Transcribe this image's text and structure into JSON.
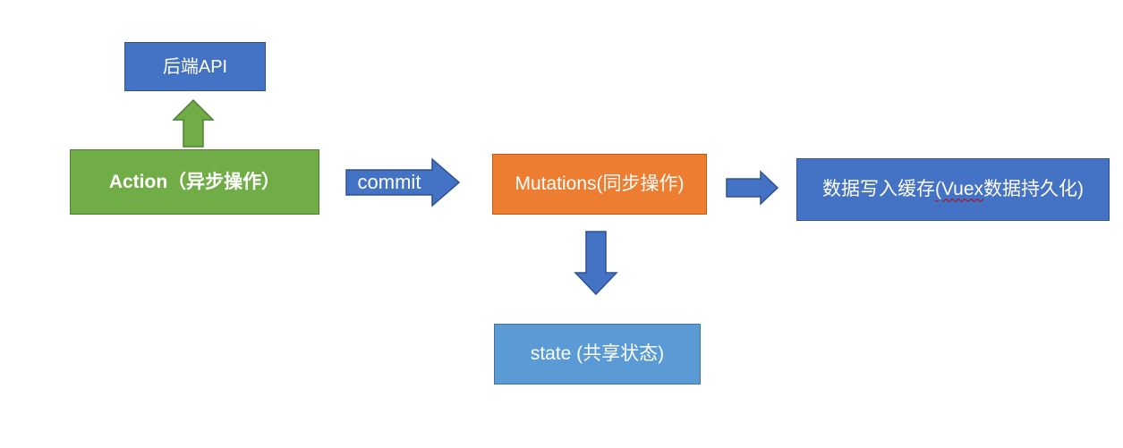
{
  "diagram": {
    "description": "Vuex flow diagram",
    "nodes": {
      "backend_api": {
        "label": "后端API",
        "fill": "#4472C4",
        "border": "#2F528F",
        "text_color": "#FFFFFF"
      },
      "action": {
        "label": "Action（异步操作）",
        "fill": "#70AD47",
        "border": "#507E32",
        "text_color": "#FFFFFF"
      },
      "mutations": {
        "label": "Mutations(同步操作)",
        "fill": "#ED7D31",
        "border": "#C55A11",
        "text_color": "#FFFFFF"
      },
      "cache": {
        "label_prefix": "数据写入缓存",
        "label_misspelled": "(Vuex",
        "label_suffix": "数据持久化)",
        "full_label": "数据写入缓存(Vuex数据持久化)",
        "fill": "#4472C4",
        "border": "#2F528F",
        "text_color": "#FFFFFF",
        "spellcheck_underline_color": "#C00000"
      },
      "state": {
        "label": "state (共享状态)",
        "fill": "#5B9BD5",
        "border": "#41719C",
        "text_color": "#FFFFFF"
      }
    },
    "edges": {
      "action_to_backend": {
        "icon": "arrow-up-icon",
        "fill": "#70AD47",
        "border": "#507E32"
      },
      "action_to_mutations": {
        "label": "commit",
        "icon": "arrow-right-icon",
        "fill": "#4472C4",
        "border": "#2F528F",
        "label_color": "#FFFFFF"
      },
      "mutations_to_cache": {
        "icon": "arrow-right-icon",
        "fill": "#4472C4",
        "border": "#2F528F"
      },
      "mutations_to_state": {
        "icon": "arrow-down-icon",
        "fill": "#4472C4",
        "border": "#2F528F"
      }
    }
  }
}
